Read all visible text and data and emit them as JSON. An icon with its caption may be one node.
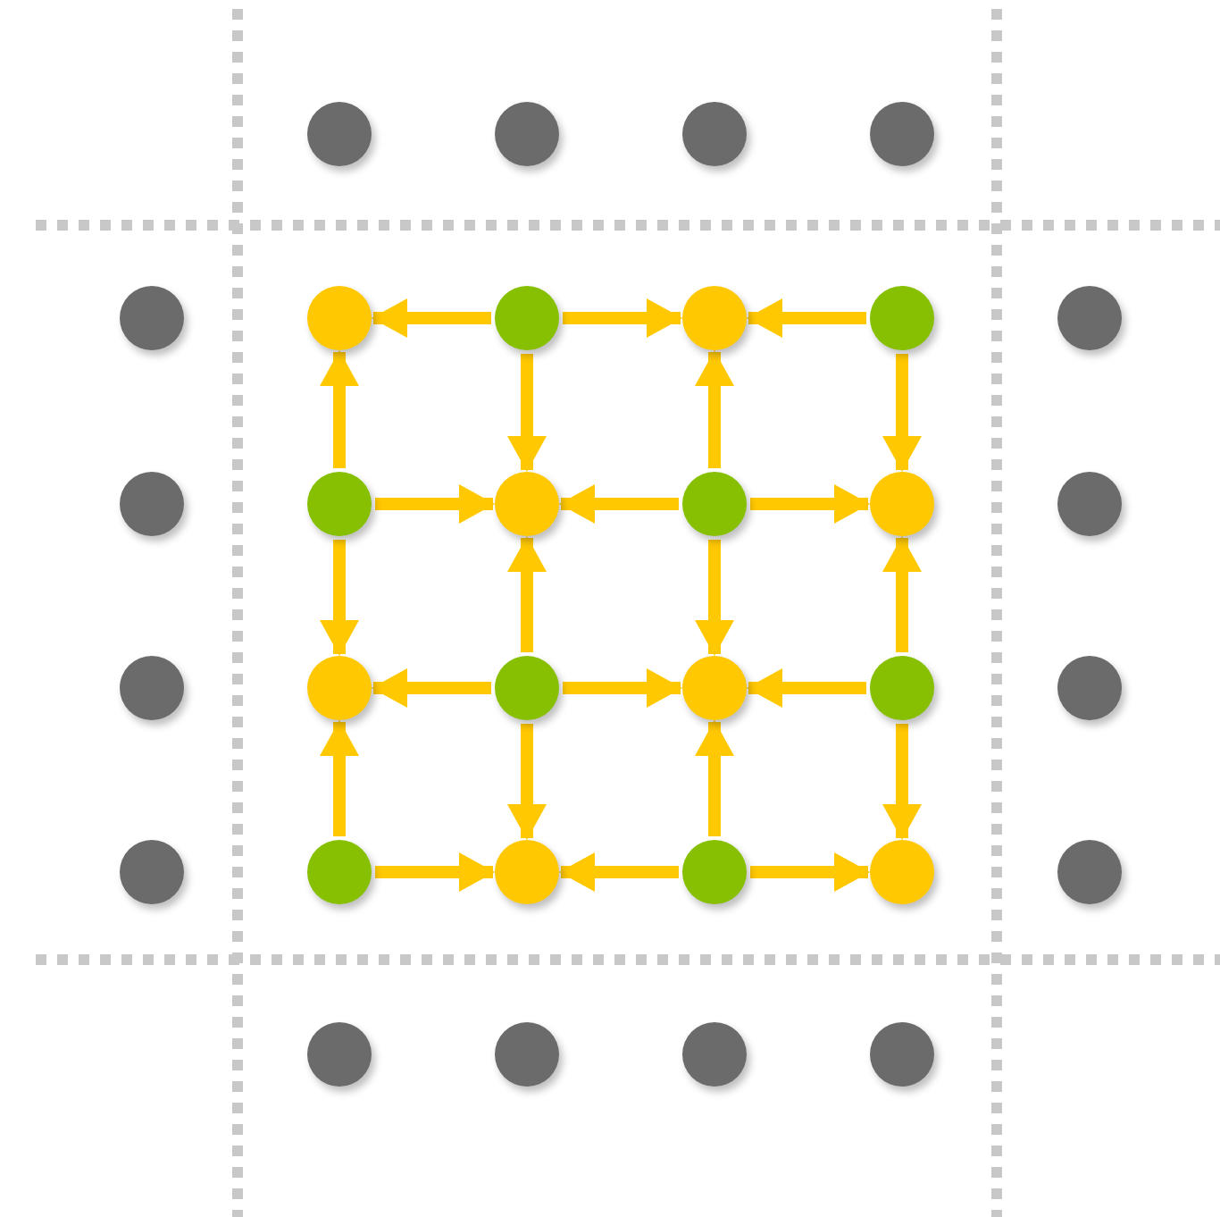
{
  "diagram": {
    "nodes": [
      {
        "text": [],
        "shape": "circle"
      },
      {
        "text": [],
        "shape": "circle"
      },
      {
        "text": [],
        "shape": "circle"
      },
      {
        "text": [],
        "shape": "circle"
      },
      {
        "text": [],
        "shape": "circle"
      },
      {
        "text": [],
        "shape": "circle"
      },
      {
        "text": [],
        "shape": "circle"
      },
      {
        "text": [],
        "shape": "circle"
      },
      {
        "text": [],
        "shape": "circle"
      },
      {
        "text": [],
        "shape": "circle"
      },
      {
        "text": [],
        "shape": "circle"
      },
      {
        "text": [],
        "shape": "circle"
      },
      {
        "text": [],
        "shape": "circle"
      },
      {
        "text": [],
        "shape": "circle"
      },
      {
        "text": [],
        "shape": "circle"
      },
      {
        "text": [],
        "shape": "circle"
      },
      {
        "text": [],
        "shape": "circle"
      },
      {
        "text": [],
        "shape": "circle"
      },
      {
        "text": [],
        "shape": "circle"
      },
      {
        "text": [],
        "shape": "circle"
      },
      {
        "text": [],
        "shape": "circle"
      },
      {
        "text": [],
        "shape": "circle"
      },
      {
        "text": [],
        "shape": "circle"
      },
      {
        "text": [],
        "shape": "circle"
      },
      {
        "text": [],
        "shape": "circle"
      },
      {
        "text": [],
        "shape": "circle"
      },
      {
        "text": [],
        "shape": "circle"
      },
      {
        "text": [],
        "shape": "circle"
      },
      {
        "text": [],
        "shape": "circle"
      },
      {
        "text": [],
        "shape": "circle"
      },
      {
        "text": [],
        "shape": "circle"
      },
      {
        "text": [],
        "shape": "circle"
      }
    ],
    "edges": [
      {
        "from": 6,
        "to": 5,
        "arrow": "to"
      },
      {
        "from": 11,
        "to": 5,
        "arrow": "to"
      },
      {
        "from": 6,
        "to": 7,
        "arrow": "to"
      },
      {
        "from": 8,
        "to": 7,
        "arrow": "to"
      },
      {
        "from": 13,
        "to": 7,
        "arrow": "to"
      },
      {
        "from": 6,
        "to": 12,
        "arrow": "to"
      },
      {
        "from": 11,
        "to": 12,
        "arrow": "to"
      },
      {
        "from": 13,
        "to": 12,
        "arrow": "to"
      },
      {
        "from": 18,
        "to": 12,
        "arrow": "to"
      },
      {
        "from": 8,
        "to": 14,
        "arrow": "to"
      },
      {
        "from": 13,
        "to": 14,
        "arrow": "to"
      },
      {
        "from": 20,
        "to": 14,
        "arrow": "to"
      },
      {
        "from": 11,
        "to": 17,
        "arrow": "to"
      },
      {
        "from": 18,
        "to": 17,
        "arrow": "to"
      },
      {
        "from": 23,
        "to": 17,
        "arrow": "to"
      },
      {
        "from": 13,
        "to": 19,
        "arrow": "to"
      },
      {
        "from": 18,
        "to": 19,
        "arrow": "to"
      },
      {
        "from": 20,
        "to": 19,
        "arrow": "to"
      },
      {
        "from": 25,
        "to": 19,
        "arrow": "to"
      },
      {
        "from": 18,
        "to": 24,
        "arrow": "to"
      },
      {
        "from": 23,
        "to": 24,
        "arrow": "to"
      },
      {
        "from": 25,
        "to": 24,
        "arrow": "to"
      },
      {
        "from": 20,
        "to": 26,
        "arrow": "to"
      },
      {
        "from": 25,
        "to": 26,
        "arrow": "to"
      }
    ]
  }
}
